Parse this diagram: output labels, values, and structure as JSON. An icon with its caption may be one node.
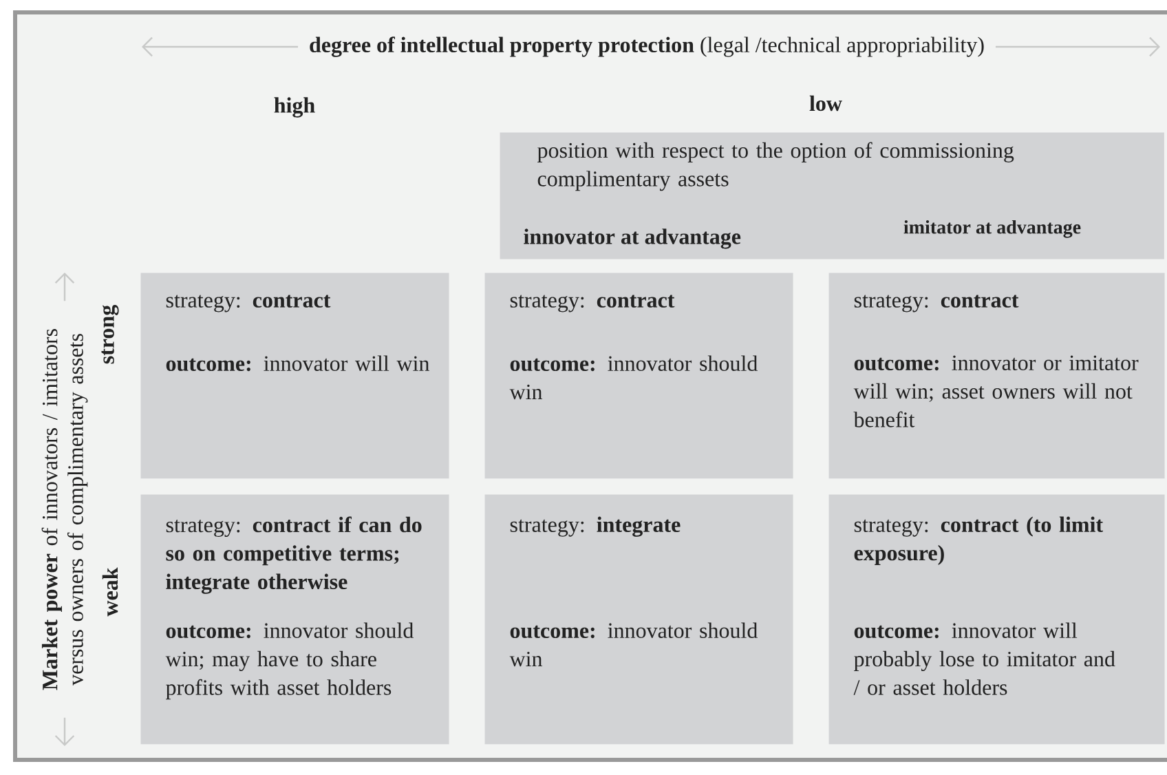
{
  "diagram": {
    "nodes": [
      {
        "text": [
          "position with respect to the option of commissioning complimentary assets",
          "innovator at advantage",
          "imitator at advantage"
        ]
      },
      {
        "text": [
          "strategy: **contract**",
          "**outcome:** innovator will win"
        ]
      },
      {
        "text": [
          "strategy: **contract**",
          "**outcome:** innovator should win"
        ]
      },
      {
        "text": [
          "strategy: **contract**",
          "**outcome:** innovator or imitator will win; asset owners will not benefit"
        ]
      },
      {
        "text": [
          "strategy: **contract if can do so on competitive terms; integrate otherwise**",
          "**outcome:** innovator should win; may have to share profits with asset holders"
        ]
      },
      {
        "text": [
          "strategy: **integrate**",
          "**outcome:** innovator should win"
        ]
      },
      {
        "text": [
          "strategy: **contract (to limit exposure)**",
          "**outcome:** innovator will probably lose to imitator and / or asset holders"
        ]
      }
    ],
    "labels": [
      "**degree of intellectual property protection** (legal /technical appropriability)",
      "high",
      "low",
      "**Market power** of innovators / imitators versus owners of complimentary assets",
      "strong",
      "weak"
    ]
  }
}
